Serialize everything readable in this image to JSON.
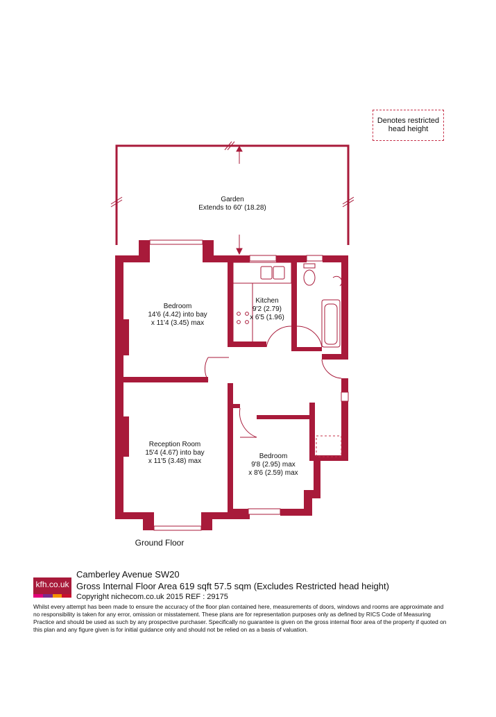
{
  "legend": {
    "text": "Denotes restricted head height"
  },
  "rooms": {
    "garden": {
      "name": "Garden",
      "dim": "Extends to 60' (18.28)"
    },
    "bedroom1": {
      "name": "Bedroom",
      "dim1": "14'6 (4.42) into bay",
      "dim2": "x 11'4 (3.45) max"
    },
    "kitchen": {
      "name": "Kitchen",
      "dim1": "9'2 (2.79)",
      "dim2": "x 6'5 (1.96)"
    },
    "reception": {
      "name": "Reception Room",
      "dim1": "15'4 (4.67) into bay",
      "dim2": "x 11'5 (3.48) max"
    },
    "bedroom2": {
      "name": "Bedroom",
      "dim1": "9'8 (2.95) max",
      "dim2": "x 8'6 (2.59) max"
    }
  },
  "floor_label": "Ground Floor",
  "caption": {
    "address": "Camberley Avenue SW20",
    "area": "Gross Internal Floor Area 619 sqft 57.5 sqm (Excludes Restricted head height)",
    "copyright": "Copyright nichecom.co.uk 2015 REF : 29175"
  },
  "logo": {
    "text": "kfh.co.uk",
    "bg_color": "#a81a3a",
    "bar_colors": [
      "#e2007a",
      "#7b2a8c",
      "#f39200",
      "#c8102e"
    ]
  },
  "disclaimer": "Whilst every attempt has been made to ensure the accuracy of the floor plan contained here, measurements of doors, windows and rooms are approximate and no responsibility is taken for any error, omission or misstatement.  These plans are for representation purposes only as defined by RICS Code of Measuring Practice and should be used as such by any prospective purchaser.  Specifically no guarantee is given on the gross internal floor area of the property if quoted on this plan and any figure given is for initial guidance only and should not be relied on as a basis of valuation.",
  "colors": {
    "wall": "#a81a3a",
    "accent": "#c6324a"
  }
}
